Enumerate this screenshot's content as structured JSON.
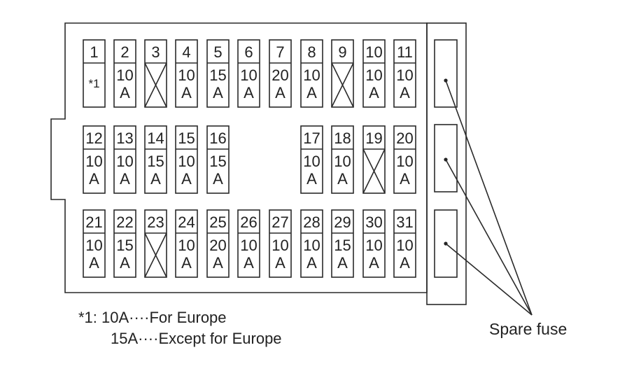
{
  "fuses": [
    {
      "num": "1",
      "top": "*1",
      "bottom": "",
      "empty": false,
      "row": 0,
      "col": 0
    },
    {
      "num": "2",
      "top": "10",
      "bottom": "A",
      "empty": false,
      "row": 0,
      "col": 1
    },
    {
      "num": "3",
      "top": "",
      "bottom": "",
      "empty": true,
      "row": 0,
      "col": 2
    },
    {
      "num": "4",
      "top": "10",
      "bottom": "A",
      "empty": false,
      "row": 0,
      "col": 3
    },
    {
      "num": "5",
      "top": "15",
      "bottom": "A",
      "empty": false,
      "row": 0,
      "col": 4
    },
    {
      "num": "6",
      "top": "10",
      "bottom": "A",
      "empty": false,
      "row": 0,
      "col": 5
    },
    {
      "num": "7",
      "top": "20",
      "bottom": "A",
      "empty": false,
      "row": 0,
      "col": 6
    },
    {
      "num": "8",
      "top": "10",
      "bottom": "A",
      "empty": false,
      "row": 0,
      "col": 7
    },
    {
      "num": "9",
      "top": "",
      "bottom": "",
      "empty": true,
      "row": 0,
      "col": 8
    },
    {
      "num": "10",
      "top": "10",
      "bottom": "A",
      "empty": false,
      "row": 0,
      "col": 9
    },
    {
      "num": "11",
      "top": "10",
      "bottom": "A",
      "empty": false,
      "row": 0,
      "col": 10
    },
    {
      "num": "12",
      "top": "10",
      "bottom": "A",
      "empty": false,
      "row": 1,
      "col": 0
    },
    {
      "num": "13",
      "top": "10",
      "bottom": "A",
      "empty": false,
      "row": 1,
      "col": 1
    },
    {
      "num": "14",
      "top": "15",
      "bottom": "A",
      "empty": false,
      "row": 1,
      "col": 2
    },
    {
      "num": "15",
      "top": "10",
      "bottom": "A",
      "empty": false,
      "row": 1,
      "col": 3
    },
    {
      "num": "16",
      "top": "15",
      "bottom": "A",
      "empty": false,
      "row": 1,
      "col": 4
    },
    {
      "num": "17",
      "top": "10",
      "bottom": "A",
      "empty": false,
      "row": 1,
      "col": 7
    },
    {
      "num": "18",
      "top": "10",
      "bottom": "A",
      "empty": false,
      "row": 1,
      "col": 8
    },
    {
      "num": "19",
      "top": "",
      "bottom": "",
      "empty": true,
      "row": 1,
      "col": 9
    },
    {
      "num": "20",
      "top": "10",
      "bottom": "A",
      "empty": false,
      "row": 1,
      "col": 10
    },
    {
      "num": "21",
      "top": "10",
      "bottom": "A",
      "empty": false,
      "row": 2,
      "col": 0
    },
    {
      "num": "22",
      "top": "15",
      "bottom": "A",
      "empty": false,
      "row": 2,
      "col": 1
    },
    {
      "num": "23",
      "top": "",
      "bottom": "",
      "empty": true,
      "row": 2,
      "col": 2
    },
    {
      "num": "24",
      "top": "10",
      "bottom": "A",
      "empty": false,
      "row": 2,
      "col": 3
    },
    {
      "num": "25",
      "top": "20",
      "bottom": "A",
      "empty": false,
      "row": 2,
      "col": 4
    },
    {
      "num": "26",
      "top": "10",
      "bottom": "A",
      "empty": false,
      "row": 2,
      "col": 5
    },
    {
      "num": "27",
      "top": "10",
      "bottom": "A",
      "empty": false,
      "row": 2,
      "col": 6
    },
    {
      "num": "28",
      "top": "10",
      "bottom": "A",
      "empty": false,
      "row": 2,
      "col": 7
    },
    {
      "num": "29",
      "top": "15",
      "bottom": "A",
      "empty": false,
      "row": 2,
      "col": 8
    },
    {
      "num": "30",
      "top": "10",
      "bottom": "A",
      "empty": false,
      "row": 2,
      "col": 9
    },
    {
      "num": "31",
      "top": "10",
      "bottom": "A",
      "empty": false,
      "row": 2,
      "col": 10
    }
  ],
  "legend": {
    "line1": "*1: 10A····For Europe",
    "line2": "15A····Except for Europe"
  },
  "callout": {
    "label": "Spare fuse"
  }
}
